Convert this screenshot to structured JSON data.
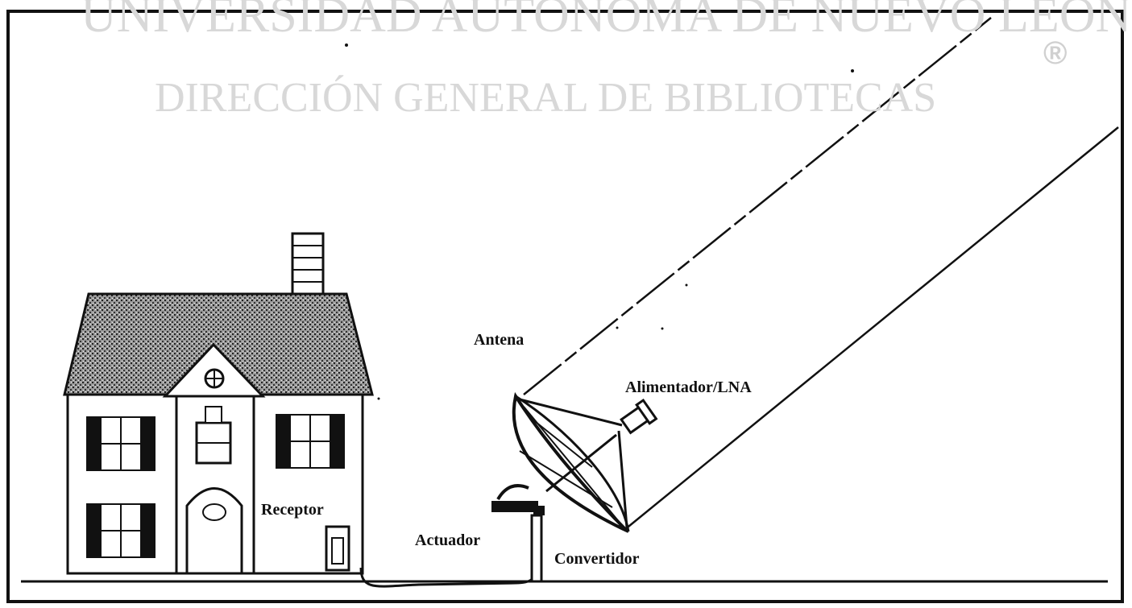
{
  "watermark": {
    "line1": "UNIVERSIDAD AUTONOMA DE NUEVO LEON",
    "line2": "DIRECCIÓN GENERAL DE BIBLIOTECAS",
    "mark": "®"
  },
  "labels": {
    "antenna": "Antena",
    "feed_lna": "Alimentador/LNA",
    "receiver": "Receptor",
    "actuator": "Actuador",
    "converter": "Convertidor"
  },
  "colors": {
    "ink": "#111111",
    "watermark": "#d8d8d8",
    "background": "#ffffff"
  }
}
